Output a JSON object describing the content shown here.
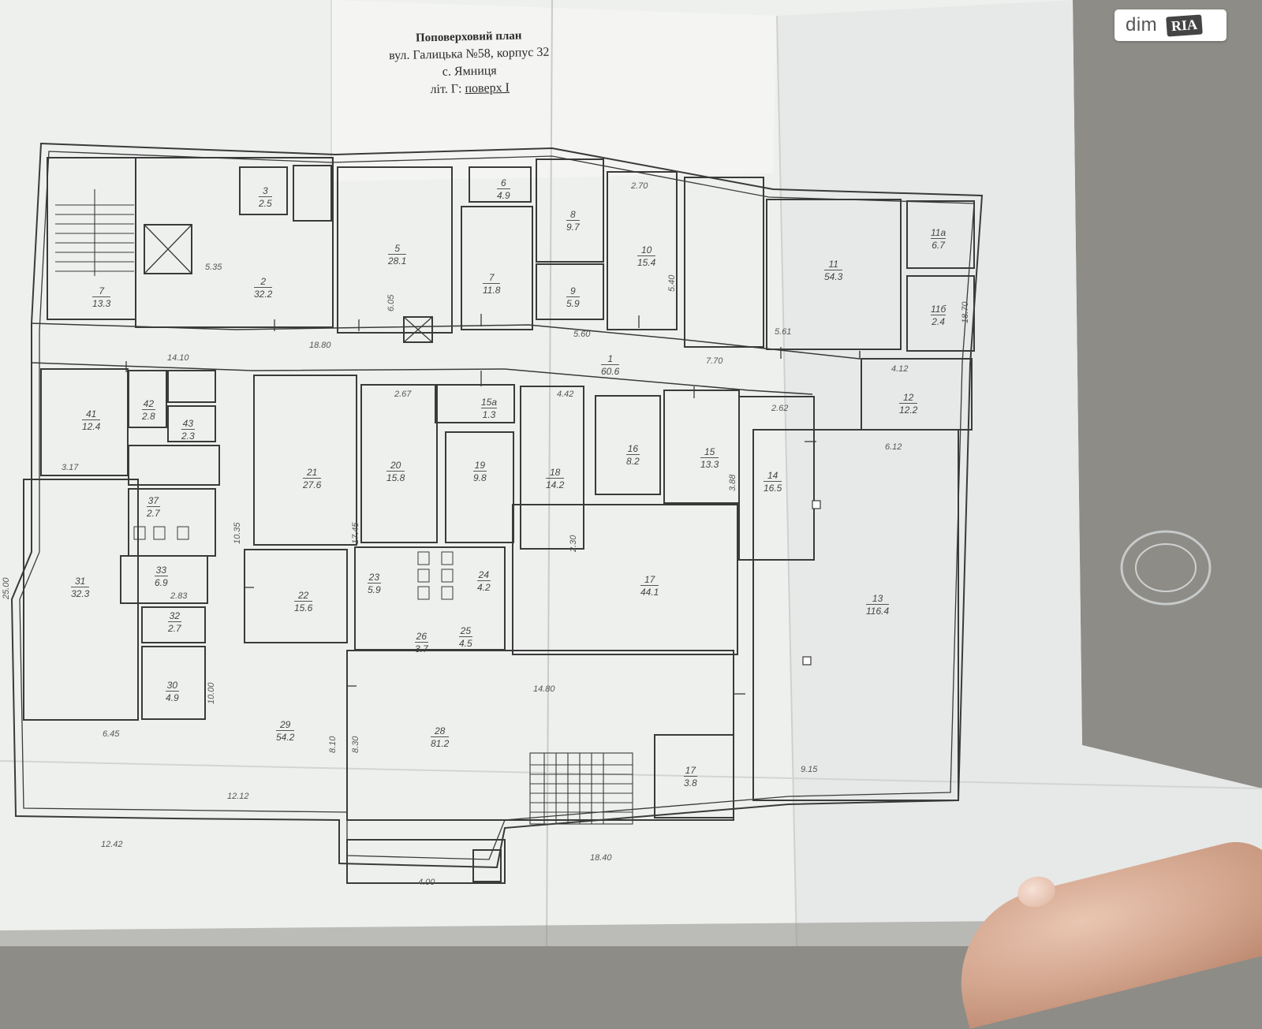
{
  "heading": {
    "line1": "Поповерховий план",
    "line2": "вул. Галицька №58, корпус 32",
    "line3": "с. Ямниця",
    "line4_prefix": "літ. Г: ",
    "line4_floor": "поверх І"
  },
  "watermark": {
    "brand": "dim",
    "logo": "RIA"
  },
  "rooms": [
    {
      "id": "r1",
      "no": "1",
      "area": "60.6"
    },
    {
      "id": "r2",
      "no": "2",
      "area": "32.2"
    },
    {
      "id": "r3",
      "no": "3",
      "area": "2.5"
    },
    {
      "id": "r5",
      "no": "5",
      "area": "28.1"
    },
    {
      "id": "r6",
      "no": "6",
      "area": "4.9"
    },
    {
      "id": "r7",
      "no": "7",
      "area": "11.8"
    },
    {
      "id": "r8",
      "no": "8",
      "area": "9.7"
    },
    {
      "id": "r9",
      "no": "9",
      "area": "5.9"
    },
    {
      "id": "r10",
      "no": "10",
      "area": "15.4"
    },
    {
      "id": "r11",
      "no": "11",
      "area": "54.3"
    },
    {
      "id": "r12",
      "no": "12",
      "area": "12.2"
    },
    {
      "id": "r13",
      "no": "13",
      "area": "116.4"
    },
    {
      "id": "r14",
      "no": "14",
      "area": "16.5"
    },
    {
      "id": "r15",
      "no": "15",
      "area": "13.3"
    },
    {
      "id": "r16",
      "no": "16",
      "area": "8.2"
    },
    {
      "id": "r17",
      "no": "17",
      "area": "44.1"
    },
    {
      "id": "r18",
      "no": "18",
      "area": "14.2"
    },
    {
      "id": "r19",
      "no": "19",
      "area": "9.8"
    },
    {
      "id": "r20",
      "no": "20",
      "area": "15.8"
    },
    {
      "id": "r21",
      "no": "21",
      "area": "27.6"
    },
    {
      "id": "r22",
      "no": "22",
      "area": "15.6"
    },
    {
      "id": "r23",
      "no": "23",
      "area": "5.9"
    },
    {
      "id": "r24",
      "no": "24",
      "area": "4.2"
    },
    {
      "id": "r25",
      "no": "25",
      "area": "4.5"
    },
    {
      "id": "r26",
      "no": "26",
      "area": "3.7"
    },
    {
      "id": "r28",
      "no": "28",
      "area": "81.2"
    },
    {
      "id": "r29",
      "no": "29",
      "area": "54.2"
    },
    {
      "id": "r30",
      "no": "30",
      "area": "4.9"
    },
    {
      "id": "r31",
      "no": "31",
      "area": "32.3"
    },
    {
      "id": "r32",
      "no": "32",
      "area": "2.7"
    },
    {
      "id": "r33",
      "no": "33",
      "area": "6.9"
    },
    {
      "id": "r37",
      "no": "37",
      "area": "2.7"
    },
    {
      "id": "r41",
      "no": "41",
      "area": "12.4"
    },
    {
      "id": "r42",
      "no": "42",
      "area": "2.8"
    },
    {
      "id": "r43",
      "no": "43",
      "area": "2.3"
    },
    {
      "id": "r7b",
      "no": "7",
      "area": "13.3"
    },
    {
      "id": "r11a",
      "no": "11а",
      "area": "6.7"
    },
    {
      "id": "r11b",
      "no": "11б",
      "area": "2.4"
    },
    {
      "id": "r17b",
      "no": "17",
      "area": "3.8"
    },
    {
      "id": "r15b",
      "no": "15а",
      "area": "1.3"
    }
  ],
  "dimensions": {
    "d_1870": "18.70",
    "d_1880": "18.80",
    "d_1410": "14.10",
    "d_770": "7.70",
    "d_560": "5.60",
    "d_612": "6.12",
    "d_1480": "14.80",
    "d_915": "9.15",
    "d_1212": "12.12",
    "d_1242": "12.42",
    "d_1840": "18.40",
    "d_645": "6.45",
    "d_317": "3.17",
    "d_535": "5.35",
    "d_1035": "10.35",
    "d_810": "8.10",
    "d_830": "8.30",
    "d_1000": "10.00",
    "d_2500": "25.00",
    "d_1745": "17.45",
    "d_400": "4.00",
    "d_283": "2.83",
    "d_388": "3.88",
    "d_230": "2.30",
    "d_262": "2.62",
    "d_412": "4.12",
    "d_561": "5.61",
    "d_270": "2.70",
    "d_267": "2.67",
    "d_442": "4.42",
    "d_605": "6.05",
    "d_540": "5.40"
  }
}
